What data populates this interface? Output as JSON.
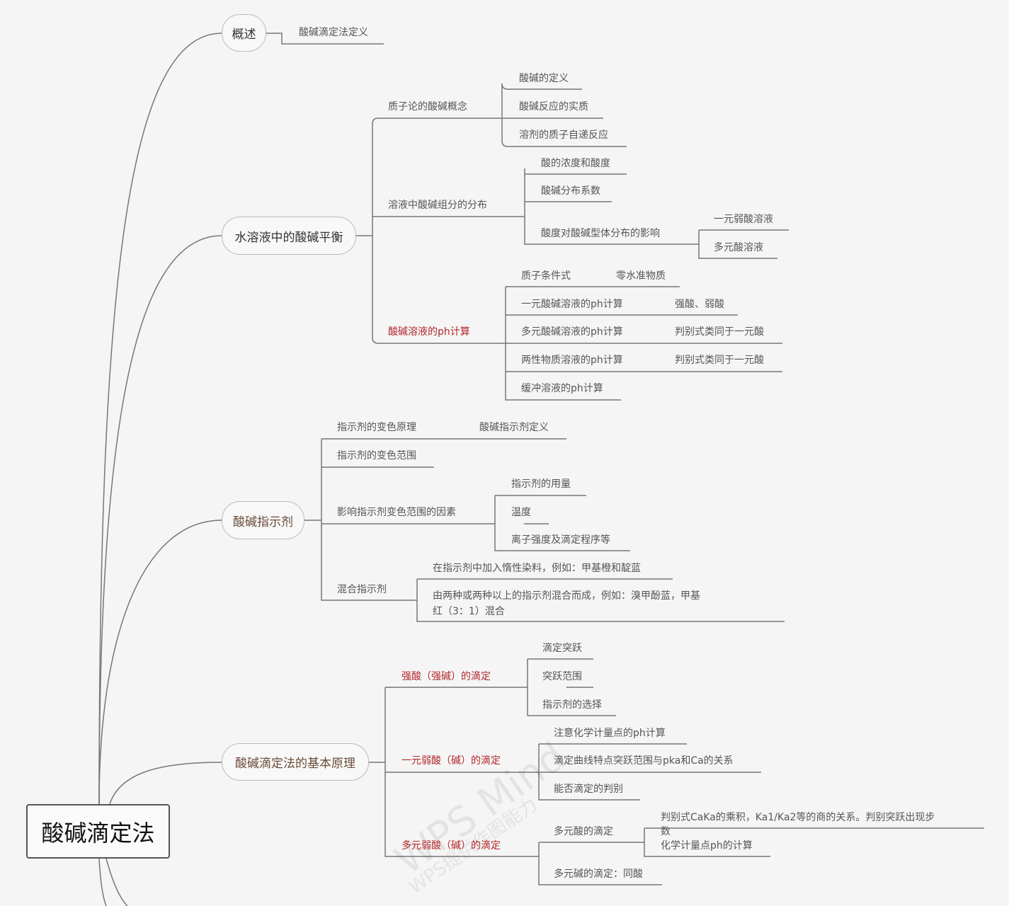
{
  "root": "酸碱滴定法",
  "overview": {
    "label": "概述",
    "children": [
      "酸碱滴定法定义"
    ]
  },
  "equilibrium": {
    "label": "水溶液中的酸碱平衡",
    "proton": {
      "label": "质子论的酸碱概念",
      "children": [
        "酸碱的定义",
        "酸碱反应的实质",
        "溶剂的质子自递反应"
      ]
    },
    "distribution": {
      "label": "溶液中酸碱组分的分布",
      "children": [
        "酸的浓度和酸度",
        "酸碱分布系数",
        "酸度对酸碱型体分布的影响"
      ],
      "sub": [
        "一元弱酸溶液",
        "多元酸溶液"
      ]
    },
    "ph": {
      "label": "酸碱溶液的ph计算",
      "children": [
        "质子条件式",
        "一元酸碱溶液的ph计算",
        "多元酸碱溶液的ph计算",
        "两性物质溶液的ph计算",
        "缓冲溶液的ph计算"
      ],
      "notes": [
        "零水准物质",
        "强酸、弱酸",
        "判别式类同于一元酸",
        "判别式类同于一元酸"
      ]
    }
  },
  "indicator": {
    "label": "酸碱指示剂",
    "principle": {
      "label": "指示剂的变色原理",
      "note": "酸碱指示剂定义"
    },
    "range": {
      "label": "指示剂的变色范围"
    },
    "factors": {
      "label": "影响指示剂变色范围的因素",
      "children": [
        "指示剂的用量",
        "温度",
        "离子强度及滴定程序等"
      ]
    },
    "mixed": {
      "label": "混合指示剂",
      "children": [
        "在指示剂中加入惰性染料，例如：甲基橙和靛蓝",
        "由两种或两种以上的指示剂混合而成，例如：溴甲酚蓝，甲基",
        "红（3：1）混合"
      ]
    }
  },
  "principles": {
    "label": "酸碱滴定法的基本原理",
    "strong": {
      "label": "强酸（强碱）的滴定",
      "children": [
        "滴定突跃",
        "突跃范围",
        "指示剂的选择"
      ]
    },
    "weak": {
      "label": "一元弱酸（碱）的滴定",
      "children": [
        "注意化学计量点的ph计算",
        "滴定曲线特点突跃范围与pka和Ca的关系",
        "能否滴定的判别"
      ]
    },
    "poly": {
      "label": "多元弱酸（碱）的滴定",
      "children": [
        "多元酸的滴定",
        "多元碱的滴定：同酸"
      ],
      "sub": [
        "判别式CaKa的乘积，Ka1/Ka2等的商的关系。判别突跃出现步",
        "数",
        "化学计量点ph的计算"
      ]
    }
  },
  "watermark": [
    "WPS Mind",
    "WPS提供作图能力"
  ]
}
